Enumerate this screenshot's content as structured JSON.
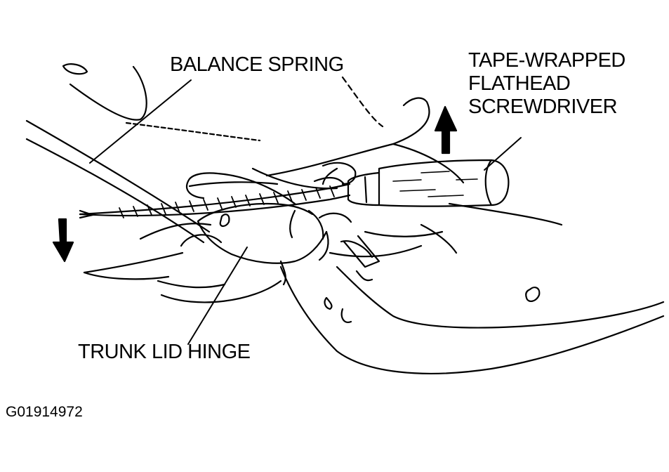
{
  "labels": {
    "balance_spring": "BALANCE SPRING",
    "screwdriver_line1": "TAPE-WRAPPED",
    "screwdriver_line2": "FLATHEAD",
    "screwdriver_line3": "SCREWDRIVER",
    "trunk_lid_hinge": "TRUNK LID HINGE"
  },
  "figure_id": "G01914972",
  "colors": {
    "ink": "#000000",
    "paper": "#ffffff"
  },
  "icons": [
    "arrow-up-icon",
    "arrow-down-icon"
  ]
}
